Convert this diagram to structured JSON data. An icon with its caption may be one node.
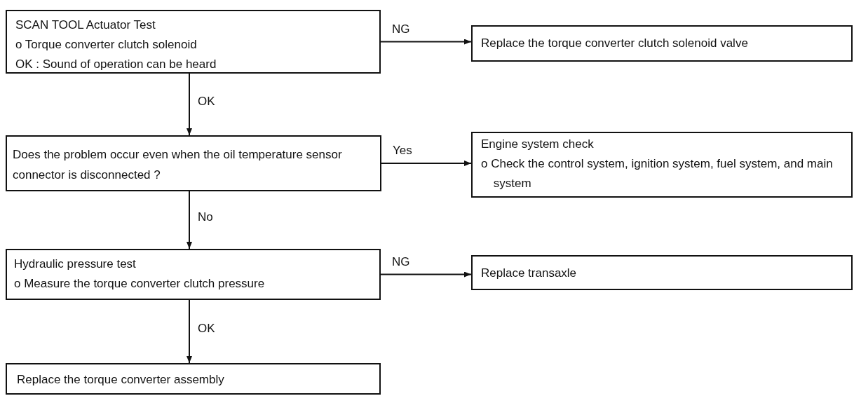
{
  "diagram": {
    "nodes": [
      {
        "text": [
          "SCAN TOOL Actuator Test",
          "o Torque converter clutch solenoid",
          "OK : Sound of operation can be heard"
        ]
      },
      {
        "text": [
          "Replace the torque converter clutch solenoid valve"
        ]
      },
      {
        "text": [
          "Does the problem occur even when the oil temperature sensor connector is disconnected ?"
        ]
      },
      {
        "text": [
          "Engine system check",
          "o Check the control system, ignition system, fuel system, and main system"
        ]
      },
      {
        "text": [
          "Hydraulic pressure test",
          "o Measure the torque converter clutch pressure"
        ]
      },
      {
        "text": [
          "Replace transaxle"
        ]
      },
      {
        "text": [
          "Replace the torque converter assembly"
        ]
      }
    ],
    "edges": [
      {
        "from": 0,
        "to": 1,
        "arrow": "to",
        "label": "NG"
      },
      {
        "from": 0,
        "to": 2,
        "arrow": "to",
        "label": "OK"
      },
      {
        "from": 2,
        "to": 3,
        "arrow": "to",
        "label": "Yes"
      },
      {
        "from": 2,
        "to": 4,
        "arrow": "to",
        "label": "No"
      },
      {
        "from": 4,
        "to": 5,
        "arrow": "to",
        "label": "NG"
      },
      {
        "from": 4,
        "to": 6,
        "arrow": "to",
        "label": "OK"
      }
    ]
  }
}
